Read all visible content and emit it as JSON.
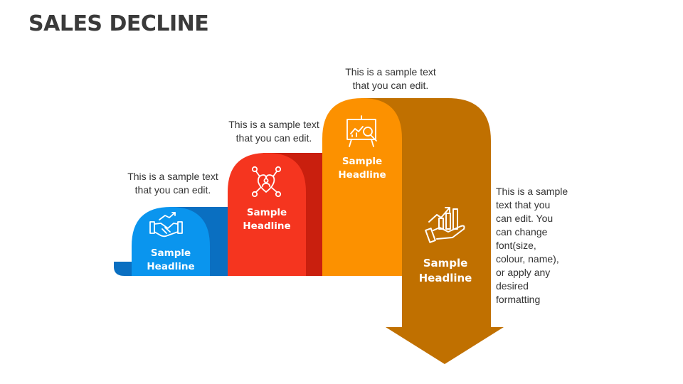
{
  "title": "SALES DECLINE",
  "colors": {
    "blue": "#0a95ee",
    "blue_dark": "#0a6fc1",
    "red": "#f5351f",
    "red_dark": "#c91f0e",
    "orange": "#fc9100",
    "orange_dark": "#c07000"
  },
  "steps": [
    {
      "headline_line1": "Sample",
      "headline_line2": "Headline",
      "caption_line1": "This is a sample text",
      "caption_line2": "that you can edit.",
      "icon": "handshake-icon"
    },
    {
      "headline_line1": "Sample",
      "headline_line2": "Headline",
      "caption_line1": "This is a sample text",
      "caption_line2": "that you can edit.",
      "icon": "heart-network-icon"
    },
    {
      "headline_line1": "Sample",
      "headline_line2": "Headline",
      "caption_line1": "This is a sample text",
      "caption_line2": "that you can edit.",
      "icon": "presentation-analysis-icon"
    },
    {
      "headline_line1": "Sample",
      "headline_line2": "Headline",
      "caption_lines": [
        "This is a sample",
        "text that you",
        "can edit. You",
        "can change",
        "font(size,",
        "colour, name),",
        "or apply any",
        "desired",
        "formatting"
      ],
      "icon": "hand-growth-chart-icon"
    }
  ]
}
